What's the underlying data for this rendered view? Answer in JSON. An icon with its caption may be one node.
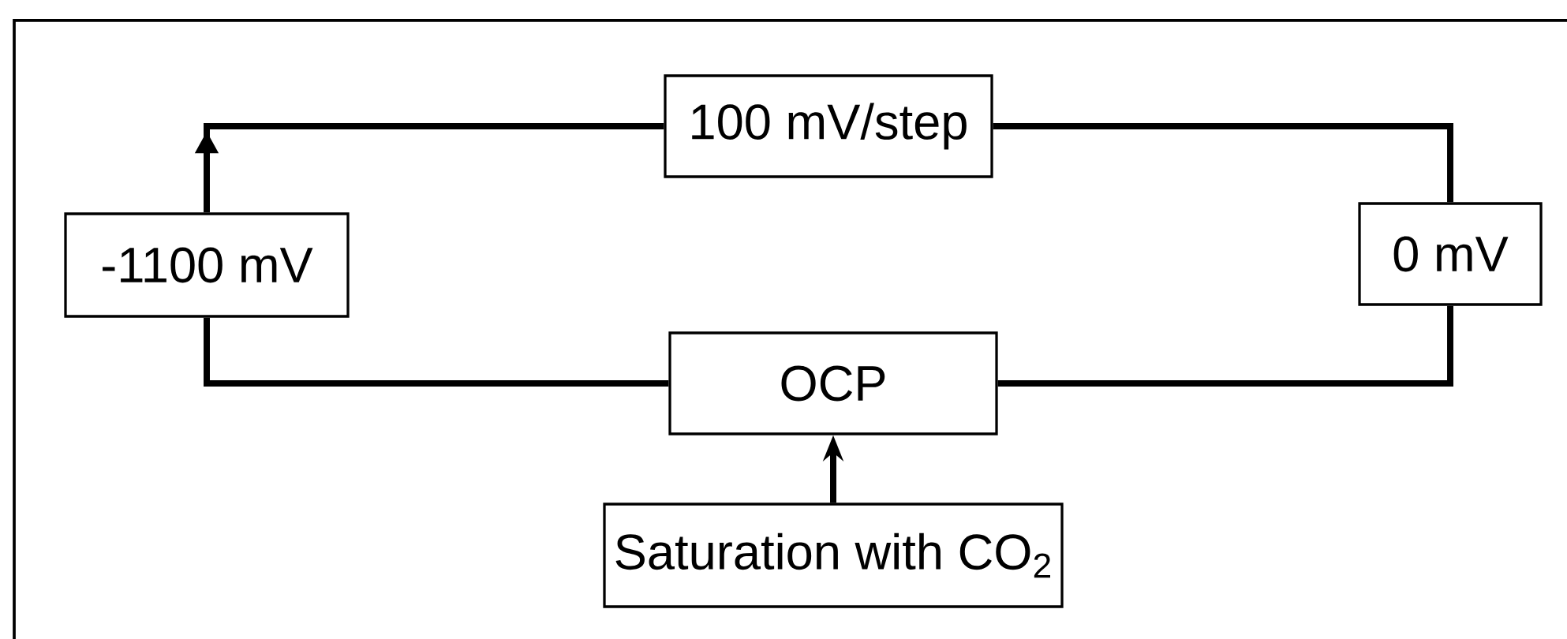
{
  "diagram": {
    "nodes": [
      {
        "text": [
          "100 mV/step"
        ]
      },
      {
        "text": [
          "-1100 mV"
        ]
      },
      {
        "text": [
          "0 mV"
        ]
      },
      {
        "text": [
          "OCP"
        ]
      },
      {
        "text": [
          "Saturation with CO$_{2}$"
        ]
      }
    ],
    "edges": [
      {
        "from": 1,
        "to": 0,
        "arrow": "to"
      },
      {
        "from": 3,
        "to": 1,
        "arrow": "none"
      },
      {
        "from": 3,
        "to": 2,
        "arrow": "none"
      },
      {
        "from": 2,
        "to": 0,
        "arrow": "none"
      },
      {
        "from": 4,
        "to": 3,
        "arrow": "to"
      }
    ]
  }
}
